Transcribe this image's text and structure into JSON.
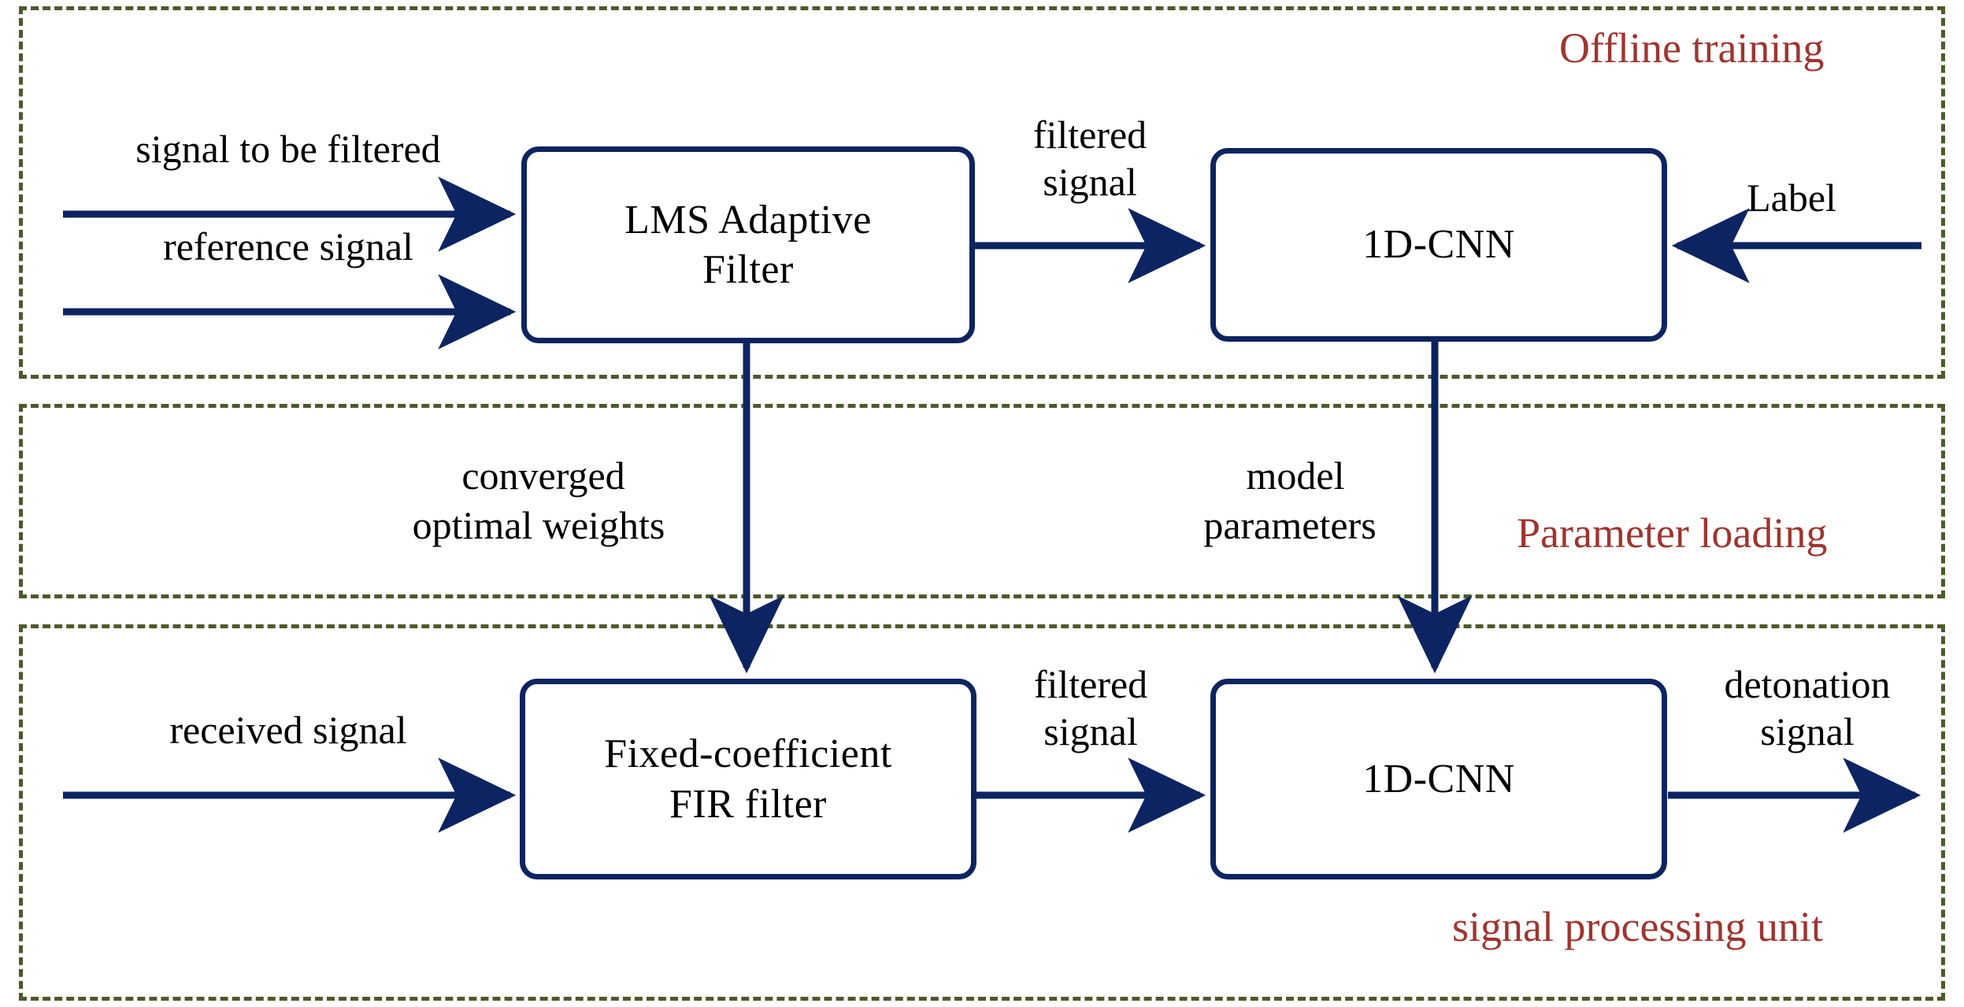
{
  "diagram": {
    "title": "LMS adaptive filter and 1D-CNN detonation signal processing flow",
    "colors": {
      "group_border": "#4c5a2a",
      "block_border": "#0c2461",
      "arrow": "#0c2461",
      "group_label_text": "#9e352f",
      "label_text": "#000000",
      "background": "#ffffff"
    },
    "groups": [
      {
        "id": "offline-training",
        "label": "Offline training"
      },
      {
        "id": "parameter-loading",
        "label": "Parameter loading"
      },
      {
        "id": "signal-processing-unit",
        "label": "signal processing unit"
      }
    ],
    "blocks": [
      {
        "id": "lms-adaptive-filter",
        "line1": "LMS Adaptive",
        "line2": "Filter"
      },
      {
        "id": "cnn-train",
        "line1": "1D-CNN",
        "line2": ""
      },
      {
        "id": "fir-filter",
        "line1": "Fixed-coefficient",
        "line2": "FIR filter"
      },
      {
        "id": "cnn-infer",
        "line1": "1D-CNN",
        "line2": ""
      }
    ],
    "edge_labels": {
      "signal_to_be_filtered": "signal to be filtered",
      "reference_signal": "reference signal",
      "filtered_signal_top_l1": "filtered",
      "filtered_signal_top_l2": "signal",
      "label_input": "Label",
      "converged_weights_l1": "converged",
      "converged_weights_l2": "optimal weights",
      "model_parameters_l1": "model",
      "model_parameters_l2": "parameters",
      "received_signal": "received signal",
      "filtered_signal_bottom_l1": "filtered",
      "filtered_signal_bottom_l2": "signal",
      "detonation_signal_l1": "detonation",
      "detonation_signal_l2": "signal"
    }
  }
}
